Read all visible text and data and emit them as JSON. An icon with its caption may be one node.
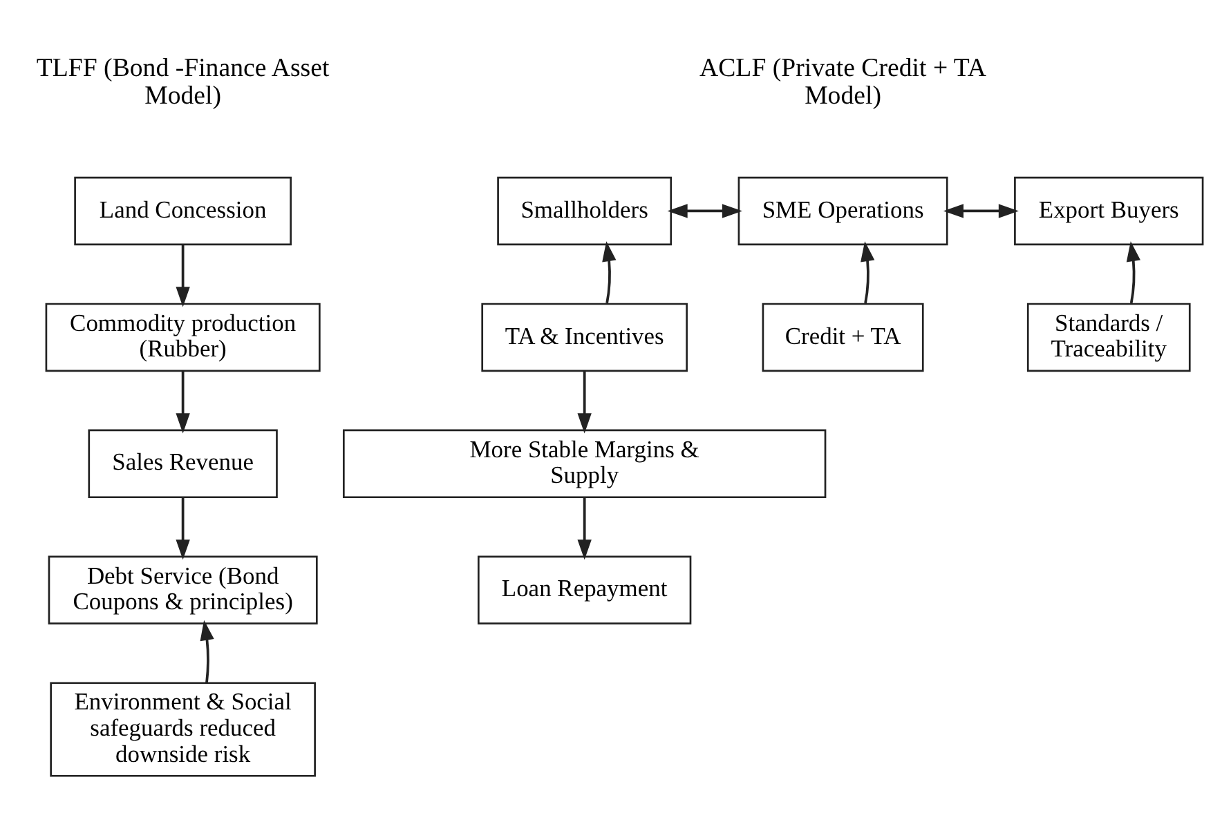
{
  "diagram": {
    "nodes": [
      {
        "text": [
          "Land Concession"
        ]
      },
      {
        "text": [
          "Commodity production (Rubber)"
        ]
      },
      {
        "text": [
          "Sales Revenue"
        ]
      },
      {
        "text": [
          "Debt Service (Bond Coupons & principles)"
        ]
      },
      {
        "text": [
          "Environment & Social safeguards reduced downside risk"
        ]
      },
      {
        "text": [
          "Smallholders"
        ]
      },
      {
        "text": [
          "SME Operations"
        ]
      },
      {
        "text": [
          "Export Buyers"
        ]
      },
      {
        "text": [
          "TA & Incentives"
        ]
      },
      {
        "text": [
          "Credit + TA"
        ]
      },
      {
        "text": [
          "Standards / Traceability"
        ]
      },
      {
        "text": [
          "More Stable Margins & Supply"
        ]
      },
      {
        "text": [
          "Loan Repayment"
        ]
      }
    ],
    "edges": [
      {
        "from": 0,
        "to": 1,
        "arrow": "to"
      },
      {
        "from": 1,
        "to": 2,
        "arrow": "to"
      },
      {
        "from": 2,
        "to": 3,
        "arrow": "to"
      },
      {
        "from": 4,
        "to": 3,
        "arrow": "to"
      },
      {
        "from": 5,
        "to": 6,
        "arrow": "both"
      },
      {
        "from": 6,
        "to": 7,
        "arrow": "both"
      },
      {
        "from": 8,
        "to": 5,
        "arrow": "to"
      },
      {
        "from": 9,
        "to": 6,
        "arrow": "to"
      },
      {
        "from": 10,
        "to": 7,
        "arrow": "to"
      },
      {
        "from": 8,
        "to": 11,
        "arrow": "to"
      },
      {
        "from": 11,
        "to": 12,
        "arrow": "to"
      }
    ],
    "labels": [
      "TLFF (Bond -Finance Asset Model)",
      "ACLF (Private Credit + TA Model)"
    ]
  }
}
